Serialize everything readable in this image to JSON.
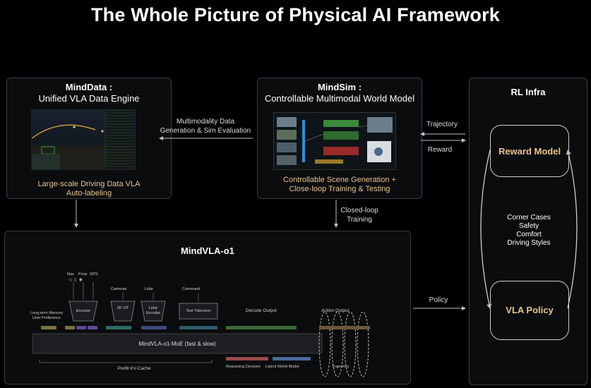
{
  "title": "The Whole Picture of Physical AI Framework",
  "mind_data": {
    "title": "MindData :",
    "subtitle": "Unified VLA Data Engine",
    "caption_line1": "Large-scale Driving Data VLA",
    "caption_line2": "Auto-labeling"
  },
  "mind_sim": {
    "title": "MindSim :",
    "subtitle": "Controllable Multimodal World Model",
    "caption_line1": "Controllable Scene Generation +",
    "caption_line2": "Close-loop Training & Testing"
  },
  "rl_infra": {
    "title": "RL Infra",
    "reward_model": "Reward Model",
    "vla_policy": "VLA Policy",
    "factors": [
      "Corner Cases",
      "Safety",
      "Comfort",
      "Driving Styles"
    ]
  },
  "arrows": {
    "multimodality_line1": "Multimodality Data",
    "multimodality_line2": "Generation & Sim Evaluation",
    "trajectory": "Trajectory",
    "reward": "Reward",
    "closed_loop_line1": "Closed-loop",
    "closed_loop_line2": "Training",
    "policy": "Policy"
  },
  "mind_vla": {
    "title": "MindVLA-o1",
    "nav": "Nav",
    "pose": "Pose",
    "gps": "GPS",
    "cameras": "Cameras",
    "lidar": "Lidar",
    "command": "Command",
    "encoder": "Encoder",
    "vit": "3D ViT",
    "lidar_encoder": "Lidar Encoder",
    "text_tokenizer": "Text Tokenizer",
    "long_term_memory": "Long-term Memory",
    "user_preference": "User Preference",
    "decode_output": "Decode Output",
    "action_output": "Action Output",
    "moe": "MindVLA-o1-MoE (fast & slow)",
    "prefill": "Prefill KV-Cache",
    "reasoning_decision": "Reasoning Decision",
    "latent_world_model": "Latent World Model",
    "trajectory": "Trajectory"
  },
  "colors": {
    "gold": "#e6c58c",
    "panel_border": "#3a3d42",
    "chip_purple": "#5b4a9a",
    "chip_olive": "#7a7440",
    "chip_teal": "#2f6a66",
    "chip_green": "#3c6a3a"
  }
}
